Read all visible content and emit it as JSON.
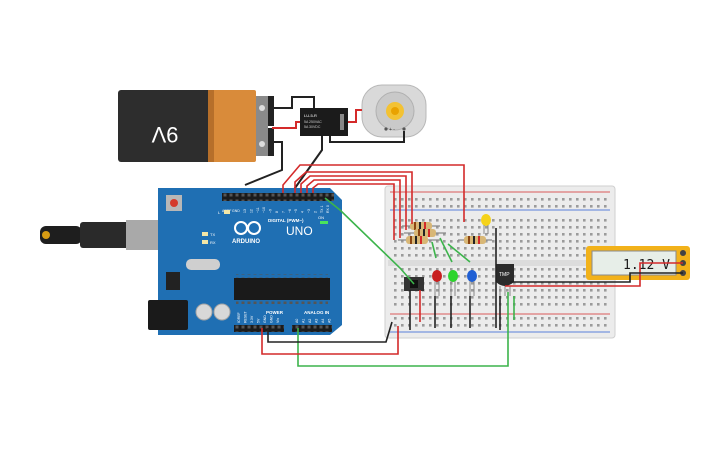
{
  "battery": {
    "label": "9V"
  },
  "relay": {
    "model": "LU-5-R",
    "rating_line1": "5A 250VAC",
    "rating_line2": "5A 30VDC"
  },
  "arduino": {
    "brand": "ARDUINO",
    "model": "UNO",
    "digital_label": "DIGITAL (PWM~)",
    "power_label": "POWER",
    "analog_label": "ANALOG IN",
    "on_label": "ON",
    "tx_label": "TX",
    "rx_label": "RX",
    "l_label": "L",
    "aref_label": "AREF",
    "gnd_label": "GND",
    "pins_top": [
      "13",
      "12",
      "~11",
      "~10",
      "~9",
      "8",
      "7",
      "~6",
      "~5",
      "4",
      "~3",
      "2",
      "TX 1",
      "RX 0"
    ],
    "pins_power": [
      "IOREF",
      "RESET",
      "3.3V",
      "5V",
      "GND",
      "GND",
      "Vin"
    ],
    "pins_analog": [
      "A0",
      "A1",
      "A2",
      "A3",
      "A4",
      "A5"
    ]
  },
  "sensor": {
    "label": "TMP"
  },
  "multimeter": {
    "reading": "1.12 V"
  },
  "colors": {
    "red_wire": "#d42a2a",
    "green_wire": "#3cb44b",
    "black_wire": "#222222",
    "arduino_board": "#1f6fb3",
    "breadboard": "#eeeeee",
    "meter_case": "#f2b21a",
    "battery_body": "#2d2d2d",
    "battery_cap": "#d98b3a"
  }
}
